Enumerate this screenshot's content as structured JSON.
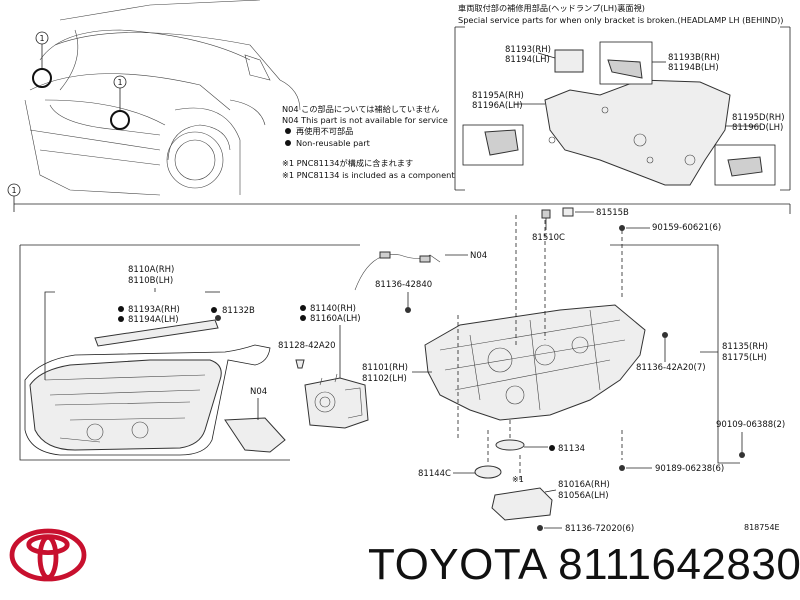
{
  "callouts": {
    "ref1": "1",
    "ref_marker": "1"
  },
  "inset": {
    "title_jp": "車両取付部の補修用部品(ヘッドランプ(LH)裏面視)",
    "title_en": "Special service parts for when only bracket is broken.(HEADLAMP LH (BEHIND))",
    "p81193": "81193(RH)",
    "p81194": "81194(LH)",
    "p81193B": "81193B(RH)",
    "p81194B": "81194B(LH)",
    "p81195A": "81195A(RH)",
    "p81196A": "81196A(LH)",
    "p81195D": "81195D(RH)",
    "p81196D": "81196D(LH)"
  },
  "notes": {
    "n1": "N04 この部品については補給していません",
    "n2": "N04 This part is not available for service",
    "n3": "再使用不可部品",
    "n4": "Non-reusable part",
    "n5": "※1 PNC81134が構成に含まれます",
    "n6": "※1 PNC81134 is included as a component"
  },
  "parts": {
    "p81110A": "8110A(RH)",
    "p81110B": "8110B(LH)",
    "p81193A": "81193A(RH)",
    "p81194A": "81194A(LH)",
    "p81132B": "81132B",
    "p81140": "81140(RH)",
    "p81160A": "81160A(LH)",
    "p81128": "81128-42A20",
    "n04a": "N04",
    "n04b": "N04",
    "p81136_842": "81136-42840",
    "p81101": "81101(RH)",
    "p81102": "81102(LH)",
    "p81510C": "81510C",
    "p81515B": "81515B",
    "p90159": "90159-60621(6)",
    "p81135": "81135(RH)",
    "p81175": "81175(LH)",
    "p81136_42a20": "81136-42A20(7)",
    "p90109": "90109-06388(2)",
    "p81134": "81134",
    "p81144C": "81144C",
    "p90189": "90189-06238(6)",
    "p81016A": "81016A(RH)",
    "p81056A": "81056A(LH)",
    "star1": "※1",
    "p81136_720": "81136-72020(6)",
    "code": "818754E"
  },
  "footer": {
    "brand_part": "TOYOTA 8111642830",
    "logo": "toyota-emblem-icon"
  }
}
